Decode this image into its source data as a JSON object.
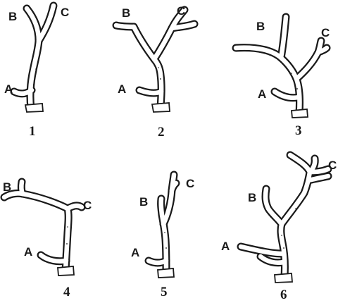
{
  "figures": [
    {
      "number": "1",
      "label_a": "A",
      "label_b": "B",
      "label_c": "C"
    },
    {
      "number": "2",
      "label_a": "A",
      "label_b": "B",
      "label_c": "C"
    },
    {
      "number": "3",
      "label_a": "A",
      "label_b": "B",
      "label_c": "C"
    },
    {
      "number": "4",
      "label_a": "A",
      "label_b": "B",
      "label_c": "C"
    },
    {
      "number": "5",
      "label_a": "A",
      "label_b": "B",
      "label_c": "C"
    },
    {
      "number": "6",
      "label_a": "A",
      "label_b": "B",
      "label_c": "C"
    }
  ],
  "colors": {
    "ink": "#1a1a1a",
    "paper": "#ffffff"
  }
}
